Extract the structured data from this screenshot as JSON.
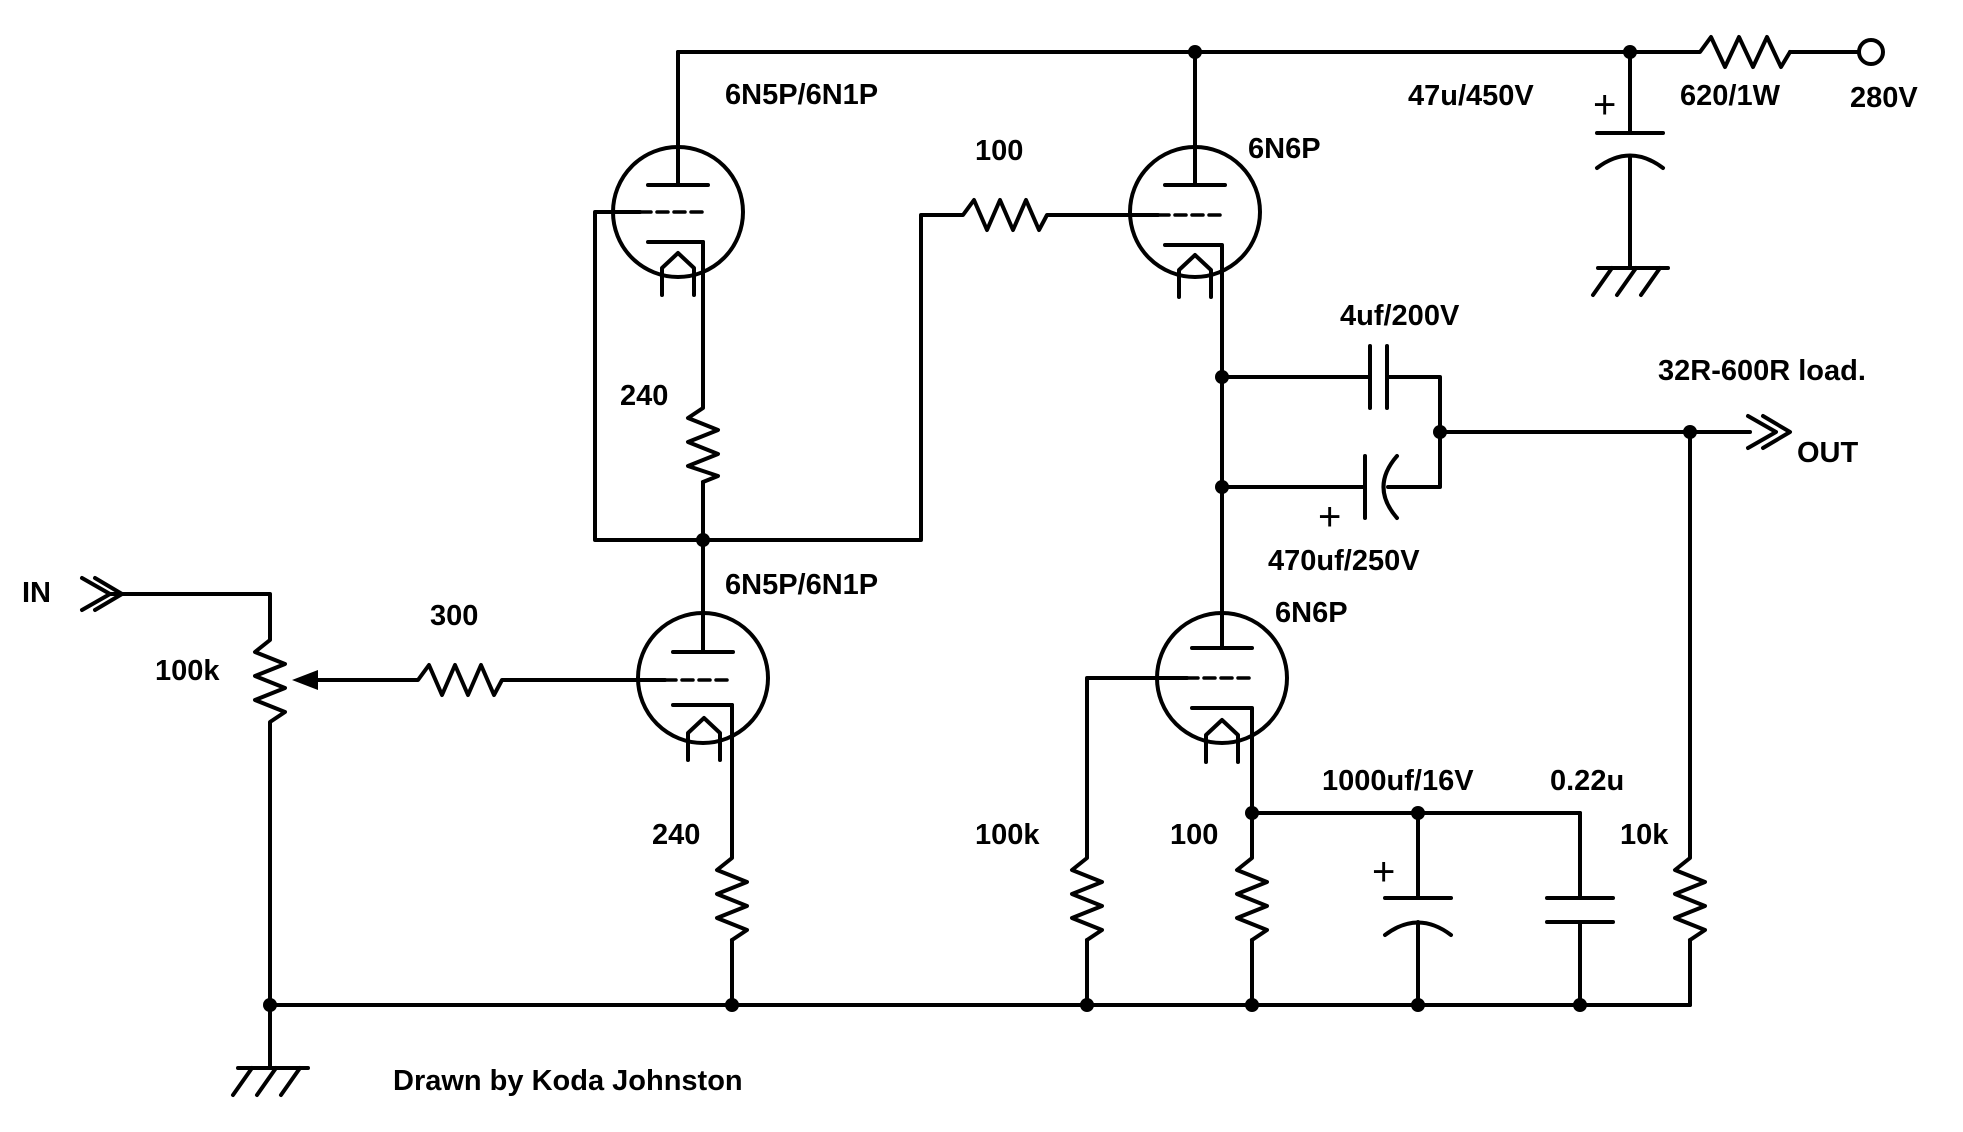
{
  "labels": {
    "tube_top_left": "6N5P/6N1P",
    "tube_bottom_left": "6N5P/6N1P",
    "tube_top_right": "6N6P",
    "tube_bottom_right": "6N6P",
    "r_grid_top": "100",
    "r_cathode_top_left": "240",
    "r_cathode_bottom_left": "240",
    "r_input": "300",
    "pot_input": "100k",
    "r_grid_leak": "100k",
    "r_cathode_bottom_right": "100",
    "r_load": "10k",
    "r_supply": "620/1W",
    "c_supply": "47u/450V",
    "c_out_film": "4uf/200V",
    "c_out_electrolytic": "470uf/250V",
    "c_bypass_electrolytic": "1000uf/16V",
    "c_bypass_film": "0.22u",
    "supply_voltage": "280V",
    "load_note": "32R-600R load.",
    "in_label": "IN",
    "out_label": "OUT",
    "credit": "Drawn by Koda Johnston",
    "plus_sign": "+"
  }
}
